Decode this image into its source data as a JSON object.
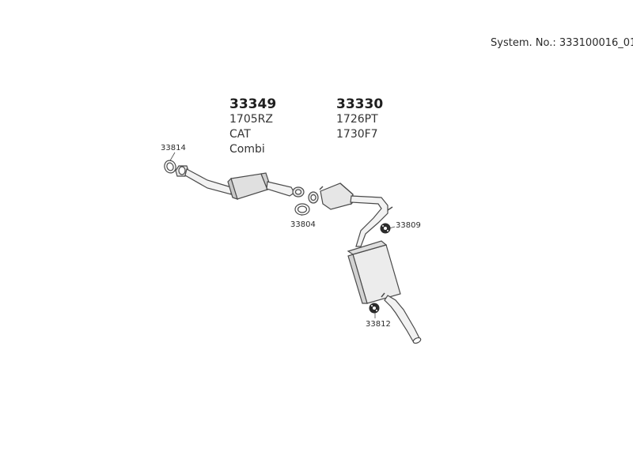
{
  "header": {
    "system_number": "System. No.: 333100016_01"
  },
  "groups": [
    {
      "part_number": "33349",
      "lines": [
        "1705RZ",
        "CAT",
        "Combi"
      ]
    },
    {
      "part_number": "33330",
      "lines": [
        "1726PT",
        "1730F7"
      ]
    }
  ],
  "part_labels": {
    "gasket_front": "33814",
    "gasket_mid": "33804",
    "rubber_mount_upper": "33809",
    "rubber_mount_lower": "33812"
  },
  "colors": {
    "line": "#4a4a4a",
    "fill_light": "#eeeeee",
    "fill_mid": "#d6d6d6",
    "mount_dark": "#2b2b2b",
    "text": "#2a2a2a"
  }
}
